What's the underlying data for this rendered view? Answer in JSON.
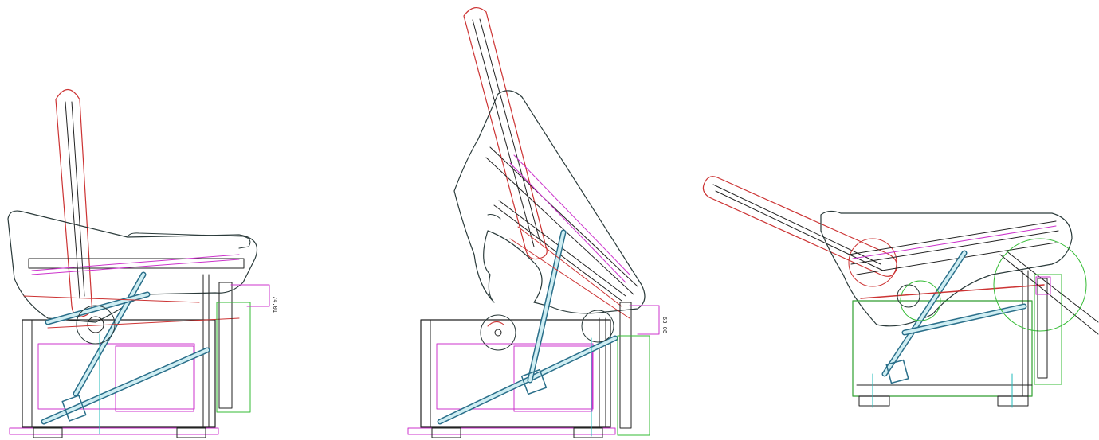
{
  "colors": {
    "frame": "#222222",
    "outline": "#2a3a3a",
    "backrest": "#cc3333",
    "link": "#2a6f8a",
    "link_fill": "#cfeef3",
    "magenta": "#cc33cc",
    "green": "#33bb33",
    "cyan": "#22bbbb",
    "background": "#ffffff"
  },
  "figures": [
    {
      "id": "upright",
      "dimension_label": "74.01"
    },
    {
      "id": "lift",
      "dimension_label": "63.08"
    },
    {
      "id": "recline",
      "dimension_label": ""
    }
  ]
}
